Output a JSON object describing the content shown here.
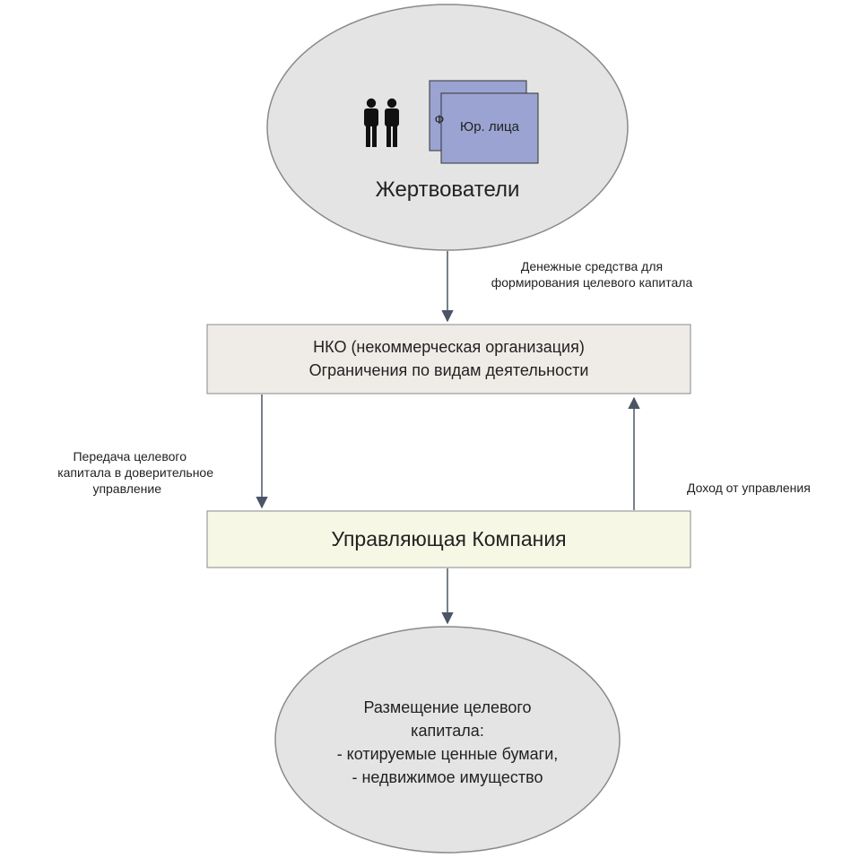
{
  "donors": {
    "title": "Жертвователи",
    "card_back_label": "Ф",
    "card_front_label": "Юр. лица",
    "people_icon": "two-people-icon"
  },
  "flows": {
    "donations_line1": "Денежные средства для",
    "donations_line2": "формирования целевого капитала",
    "transfer_line1": "Передача целевого",
    "transfer_line2": "капитала в доверительное",
    "transfer_line3": "управление",
    "income": "Доход от управления"
  },
  "nko": {
    "line1": "НКО (некоммерческая организация)",
    "line2": "Ограничения по видам деятельности"
  },
  "management_company": {
    "title": "Управляющая Компания"
  },
  "placement": {
    "line1": "Размещение целевого",
    "line2": "капитала:",
    "line3": "- котируемые ценные бумаги,",
    "line4": "- недвижимое имущество"
  },
  "colors": {
    "ellipse_fill": "#e4e4e4",
    "nko_fill": "#efebe7",
    "company_fill": "#f7f7e6",
    "card_fill": "#9aa3d1",
    "arrow": "#4b5566",
    "outline": "#8a8a8a"
  }
}
